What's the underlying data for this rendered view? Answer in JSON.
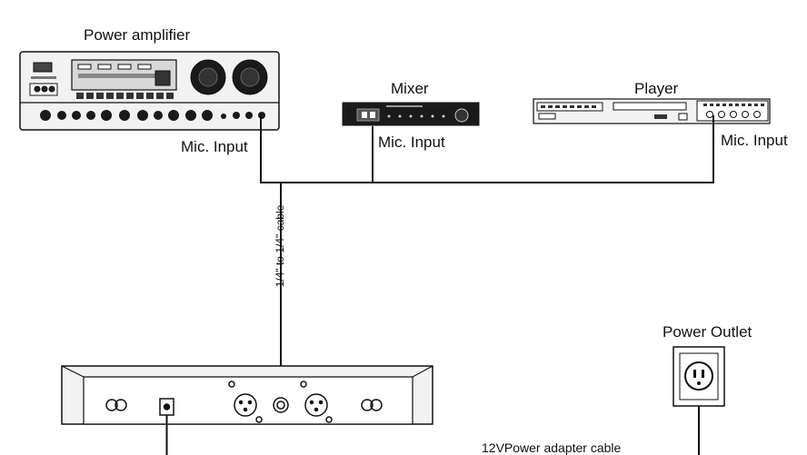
{
  "devices": {
    "power_amplifier": {
      "title": "Power amplifier",
      "input_label": "Mic. Input"
    },
    "mixer": {
      "title": "Mixer",
      "input_label": "Mic. Input"
    },
    "player": {
      "title": "Player",
      "input_label": "Mic. Input"
    },
    "power_outlet": {
      "title": "Power Outlet"
    }
  },
  "cables": {
    "quarter_inch": "1/4\" to 1/4\" cable",
    "power_adapter": "12VPower adapter cable"
  },
  "colors": {
    "line": "#111111",
    "device_fill": "#f2f2f2",
    "dark_panel": "#1a1a1a"
  }
}
